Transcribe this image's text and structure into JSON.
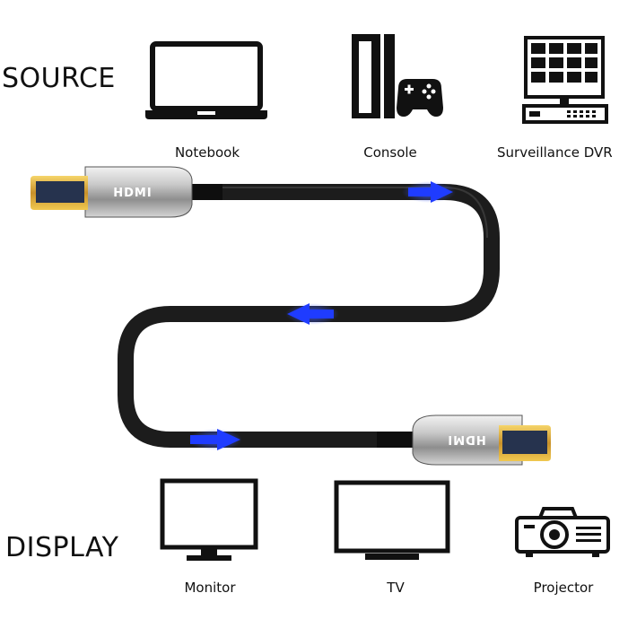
{
  "sections": {
    "source": "SOURCE",
    "display": "DISPLAY"
  },
  "sources": [
    {
      "label": "Notebook",
      "icon": "laptop-icon"
    },
    {
      "label": "Console",
      "icon": "game-console-icon"
    },
    {
      "label": "Surveillance DVR",
      "icon": "surveillance-dvr-icon"
    }
  ],
  "displays": [
    {
      "label": "Monitor",
      "icon": "monitor-icon"
    },
    {
      "label": "TV",
      "icon": "tv-icon"
    },
    {
      "label": "Projector",
      "icon": "projector-icon"
    }
  ],
  "cable": {
    "connector_text_left": "HDMI",
    "connector_text_right": "HDMI",
    "arrow_color": "#1f3cff",
    "cable_color": "#1c1c1c",
    "plug_color": "#e0b43a"
  }
}
